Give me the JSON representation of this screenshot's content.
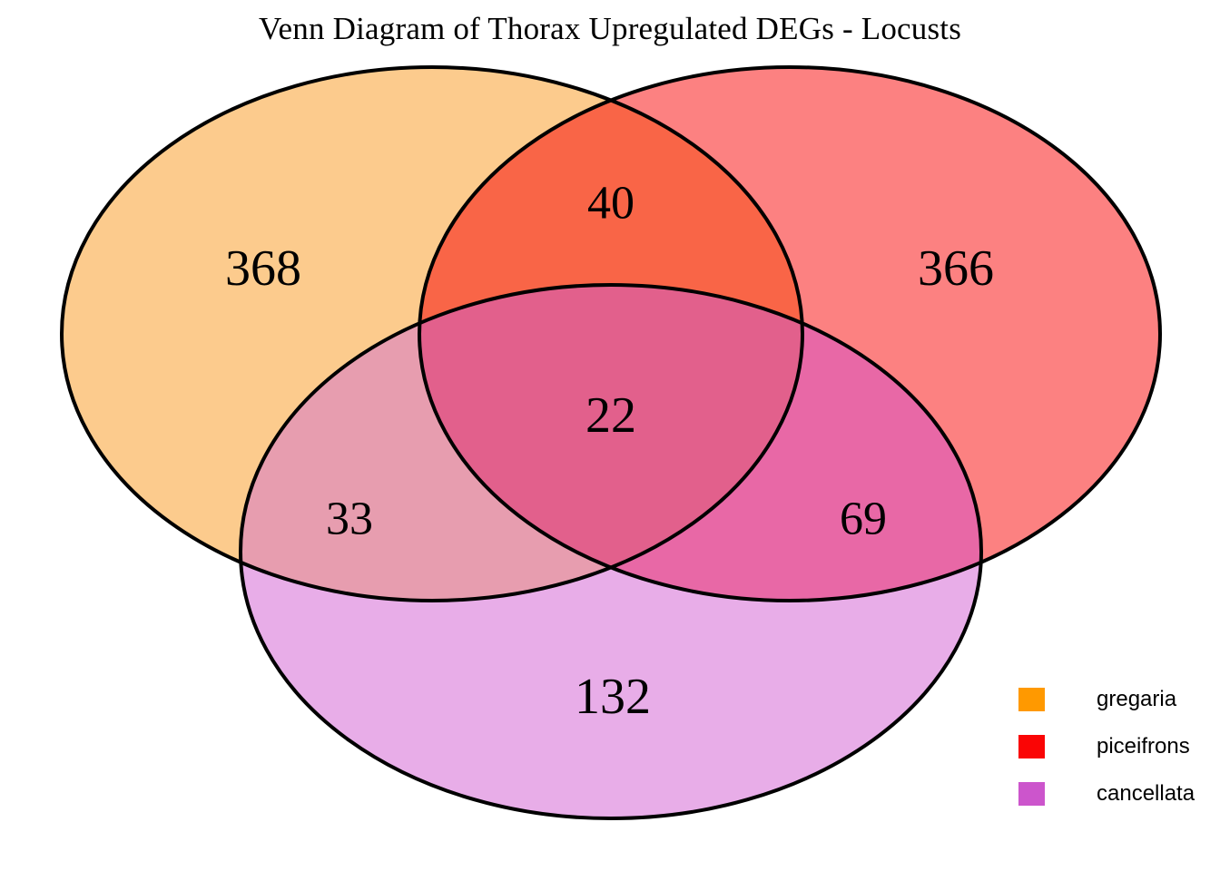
{
  "title": "Venn Diagram of Thorax Upregulated DEGs - Locusts",
  "chart_data": {
    "type": "venn",
    "title": "Venn Diagram of Thorax Upregulated DEGs - Locusts",
    "sets": [
      "gregaria",
      "piceifrons",
      "cancellata"
    ],
    "regions": [
      {
        "id": "gregaria-only",
        "sets": [
          "gregaria"
        ],
        "value": 368,
        "label": "368"
      },
      {
        "id": "piceifrons-only",
        "sets": [
          "piceifrons"
        ],
        "value": 366,
        "label": "366"
      },
      {
        "id": "cancellata-only",
        "sets": [
          "cancellata"
        ],
        "value": 132,
        "label": "132"
      },
      {
        "id": "gregaria-piceifrons",
        "sets": [
          "gregaria",
          "piceifrons"
        ],
        "value": 40,
        "label": "40"
      },
      {
        "id": "gregaria-cancellata",
        "sets": [
          "gregaria",
          "cancellata"
        ],
        "value": 33,
        "label": "33"
      },
      {
        "id": "piceifrons-cancellata",
        "sets": [
          "piceifrons",
          "cancellata"
        ],
        "value": 69,
        "label": "69"
      },
      {
        "id": "all-three",
        "sets": [
          "gregaria",
          "piceifrons",
          "cancellata"
        ],
        "value": 22,
        "label": "22"
      }
    ],
    "legend": {
      "position": "bottom-right",
      "entries": [
        {
          "label": "gregaria",
          "color": "#FF9900"
        },
        {
          "label": "piceifrons",
          "color": "#FA0505"
        },
        {
          "label": "cancellata",
          "color": "#CC55CC"
        }
      ]
    },
    "colors": {
      "gregaria_fill": "#FCCB8D",
      "piceifrons_fill": "#FC8181",
      "cancellata_fill": "#E8ADE8",
      "gregaria_piceifrons_fill": "#F96547",
      "gregaria_cancellata_fill": "#E79DAF",
      "piceifrons_cancellata_fill": "#E868A6",
      "all_three_fill": "#E2608C",
      "outline": "#000000",
      "background": "#FFFFFF"
    }
  },
  "legend": {
    "entries": [
      {
        "label": "gregaria",
        "color": "#FF9900"
      },
      {
        "label": "piceifrons",
        "color": "#FA0505"
      },
      {
        "label": "cancellata",
        "color": "#CC55CC"
      }
    ]
  }
}
